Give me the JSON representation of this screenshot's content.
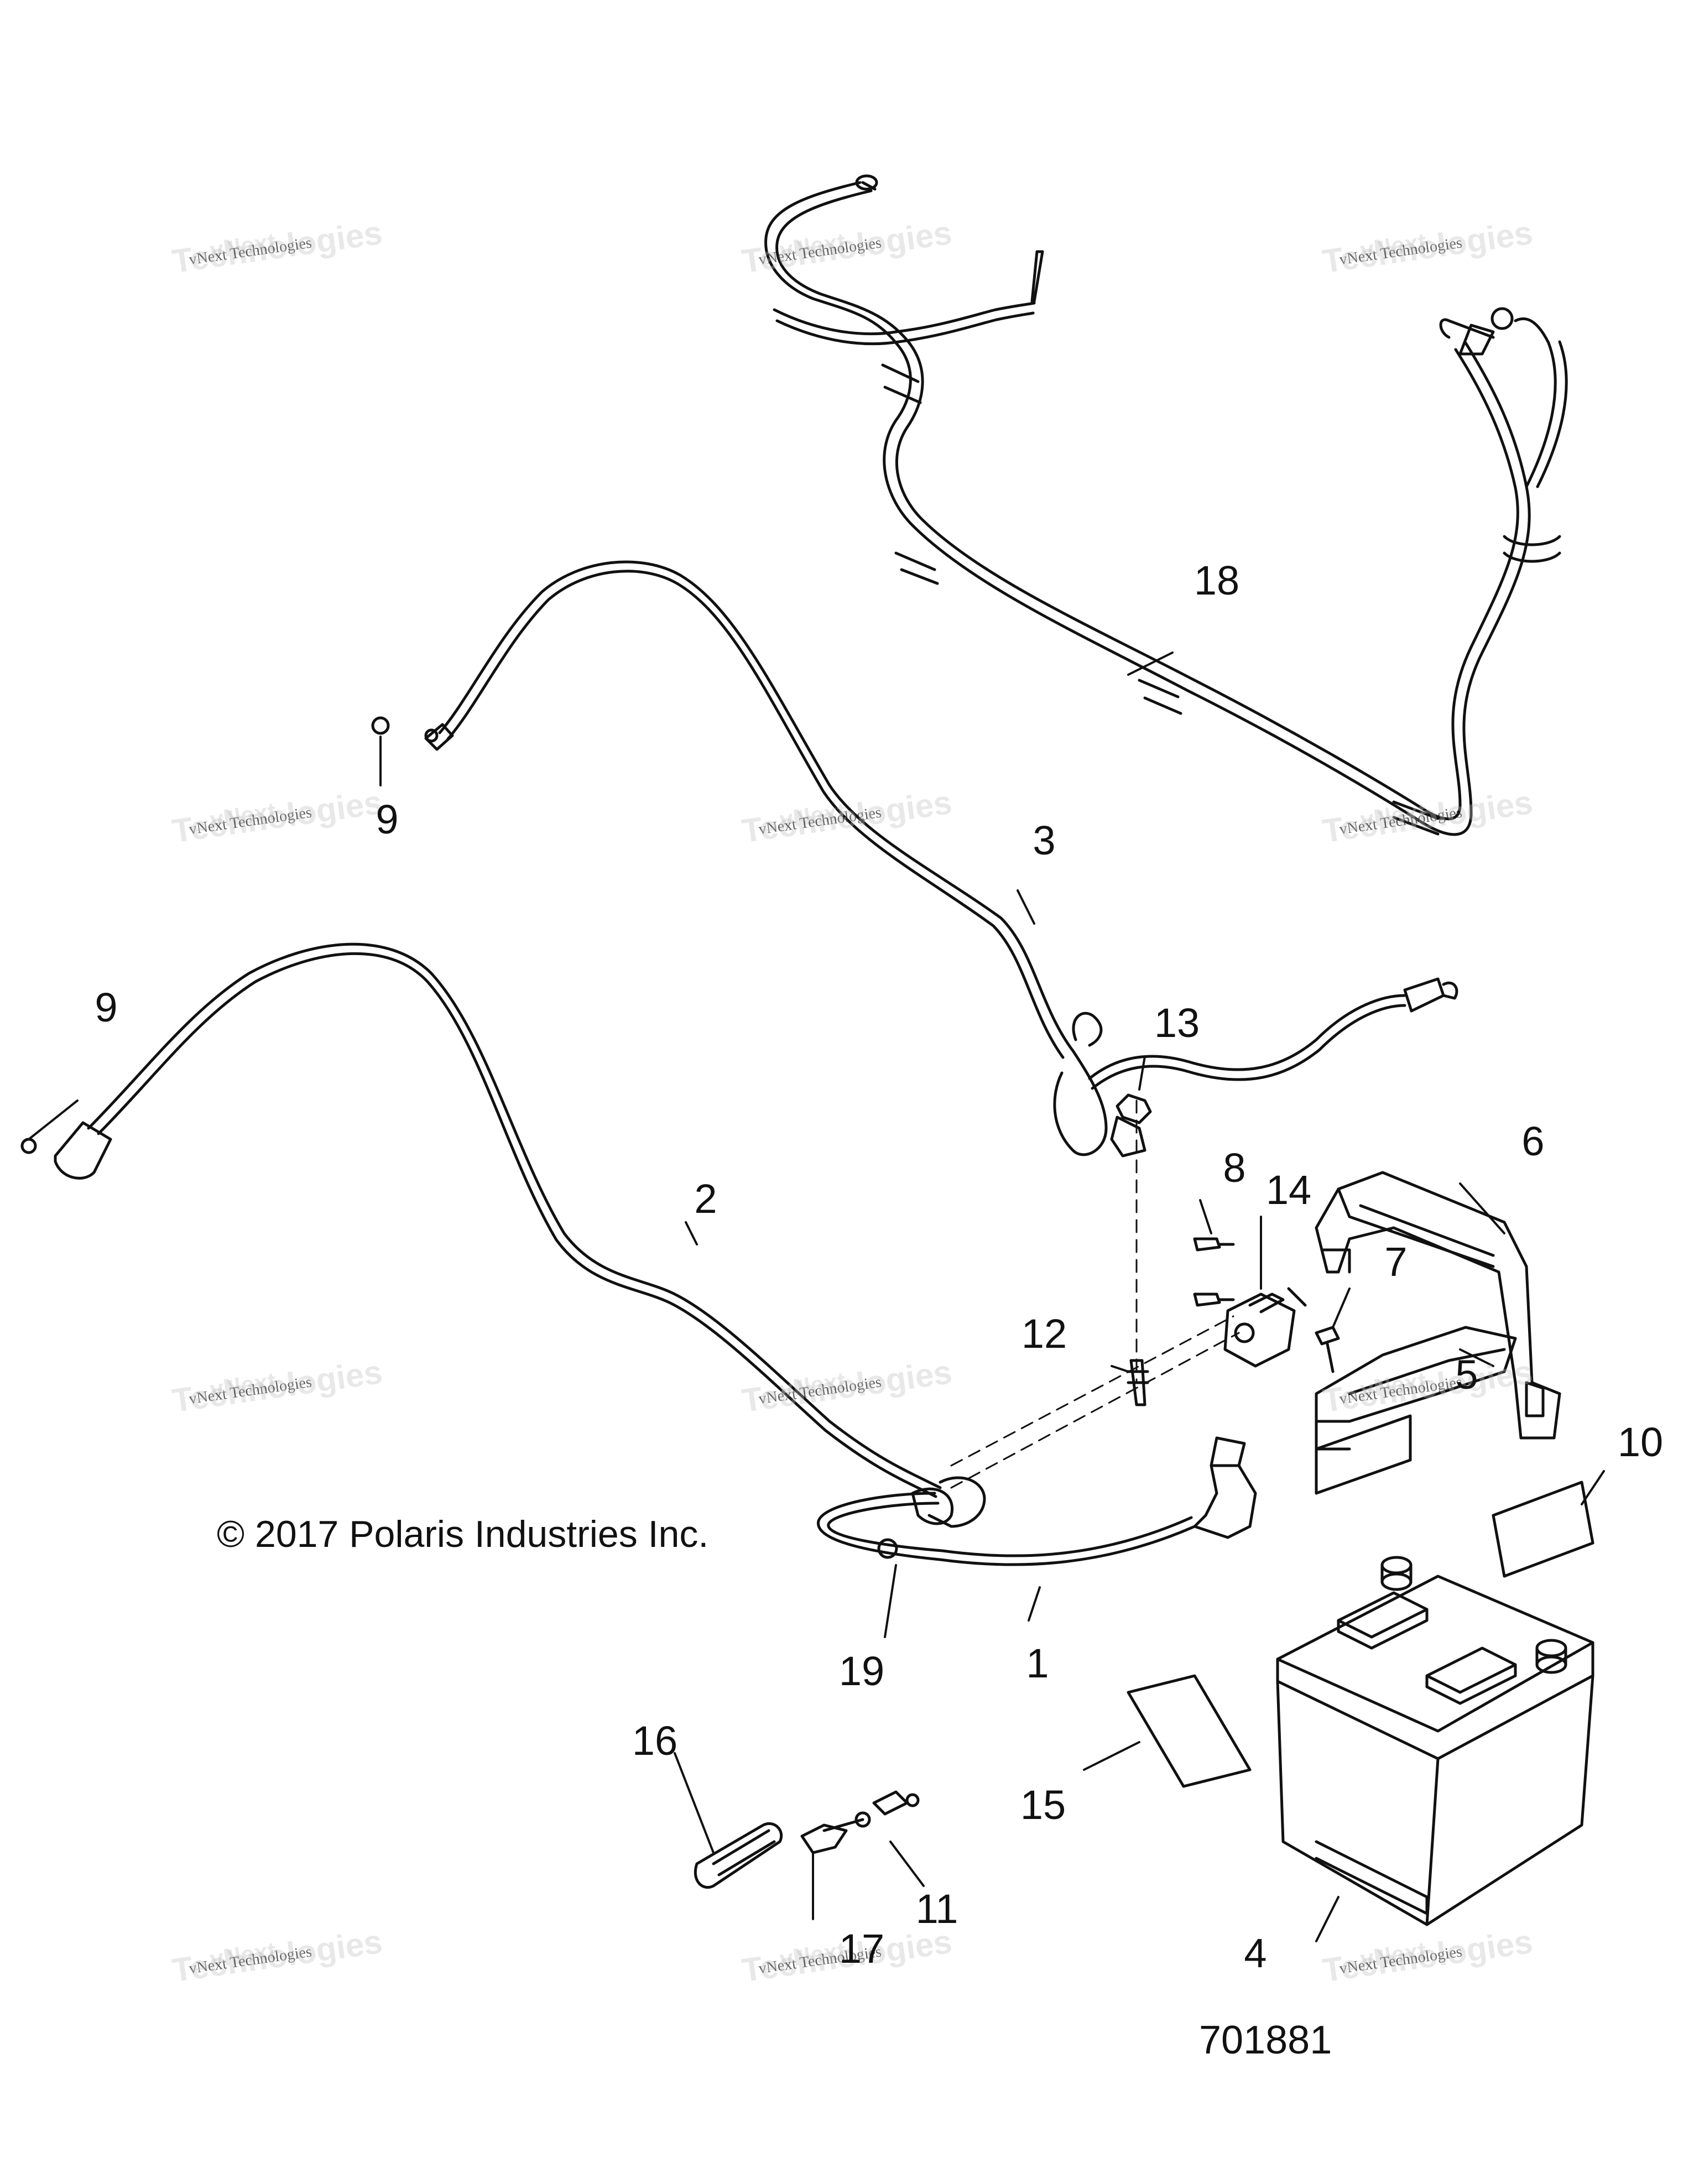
{
  "callouts": {
    "c1": "1",
    "c2": "2",
    "c3": "3",
    "c4": "4",
    "c5": "5",
    "c6": "6",
    "c7": "7",
    "c8": "8",
    "c9a": "9",
    "c9b": "9",
    "c10": "10",
    "c11": "11",
    "c12": "12",
    "c13": "13",
    "c14": "14",
    "c15": "15",
    "c16": "16",
    "c17": "17",
    "c18": "18",
    "c19": "19"
  },
  "copyright": "© 2017 Polaris Industries Inc.",
  "reference_number": "701881",
  "watermark": {
    "top": "vNext",
    "small": "vNext Technologies",
    "big": "Technologies"
  }
}
